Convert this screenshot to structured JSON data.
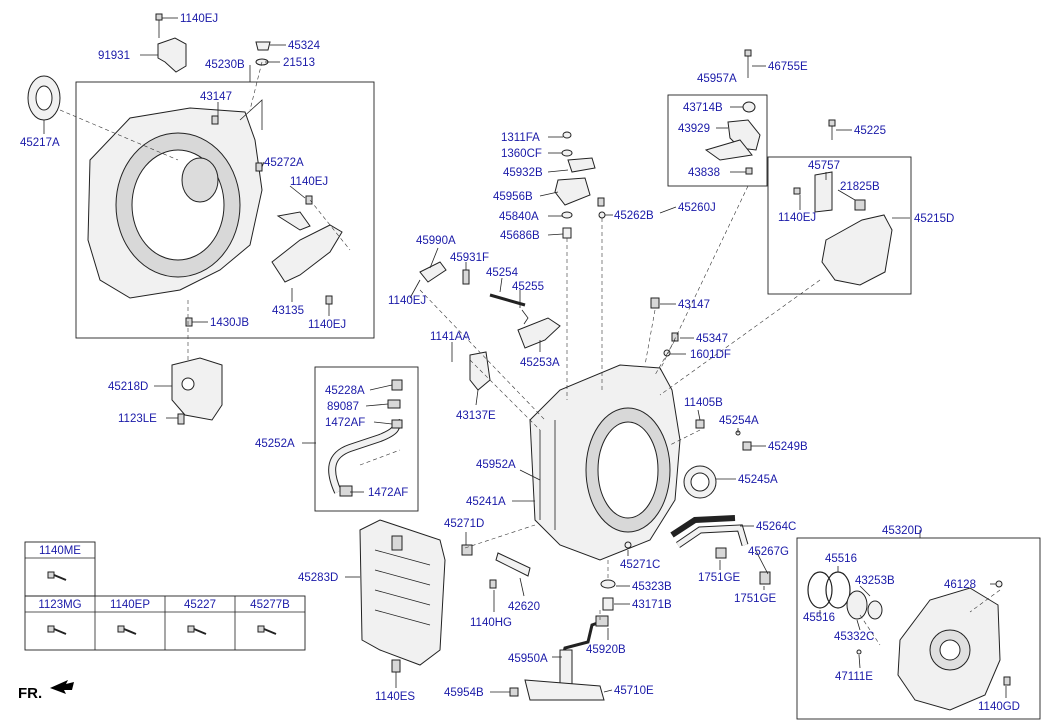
{
  "labels": {
    "p1140EJ_top": "1140EJ",
    "p45324": "45324",
    "p91931": "91931",
    "p21513": "21513",
    "p45230B": "45230B",
    "p45217A": "45217A",
    "p43147_left": "43147",
    "p45272A": "45272A",
    "p1140EJ_mid": "1140EJ",
    "p43135": "43135",
    "p1140EJ_low": "1140EJ",
    "p1430JB": "1430JB",
    "p45218D": "45218D",
    "p1123LE": "1123LE",
    "p45228A": "45228A",
    "p89087": "89087",
    "p1472AF_top": "1472AF",
    "p45252A": "45252A",
    "p1472AF_bot": "1472AF",
    "p45283D": "45283D",
    "p1140ES": "1140ES",
    "p45990A": "45990A",
    "p45931F": "45931F",
    "p45254": "45254",
    "p45255": "45255",
    "p1140EJ_arm": "1140EJ",
    "p1141AA": "1141AA",
    "p45253A": "45253A",
    "p43137E": "43137E",
    "p1311FA": "1311FA",
    "p1360CF": "1360CF",
    "p45932B": "45932B",
    "p45956B": "45956B",
    "p45840A": "45840A",
    "p45686B": "45686B",
    "p45262B": "45262B",
    "p45260J": "45260J",
    "p45957A": "45957A",
    "p46755E": "46755E",
    "p43714B": "43714B",
    "p43929": "43929",
    "p43838": "43838",
    "p45225": "45225",
    "p45757": "45757",
    "p21825B": "21825B",
    "p1140EJ_right": "1140EJ",
    "p45215D": "45215D",
    "p43147_mid": "43147",
    "p45347": "45347",
    "p1601DF": "1601DF",
    "p11405B": "11405B",
    "p45254A": "45254A",
    "p45249B": "45249B",
    "p45952A": "45952A",
    "p45241A": "45241A",
    "p45245A": "45245A",
    "p45271D": "45271D",
    "p45264C": "45264C",
    "p45271C": "45271C",
    "p45267G": "45267G",
    "p1751GE_a": "1751GE",
    "p1751GE_b": "1751GE",
    "p45323B": "45323B",
    "p43171B": "43171B",
    "p42620": "42620",
    "p1140HG": "1140HG",
    "p45920B": "45920B",
    "p45950A": "45950A",
    "p45954B": "45954B",
    "p45710E": "45710E",
    "p45320D": "45320D",
    "p45516_a": "45516",
    "p43253B": "43253B",
    "p46128": "46128",
    "p45516_b": "45516",
    "p45332C": "45332C",
    "p47111E": "47111E",
    "p1140GD": "1140GD",
    "fr": "FR."
  },
  "bolt_table": {
    "row1": [
      "1140ME"
    ],
    "row2": [
      "1123MG",
      "1140EP",
      "45227",
      "45277B"
    ]
  }
}
